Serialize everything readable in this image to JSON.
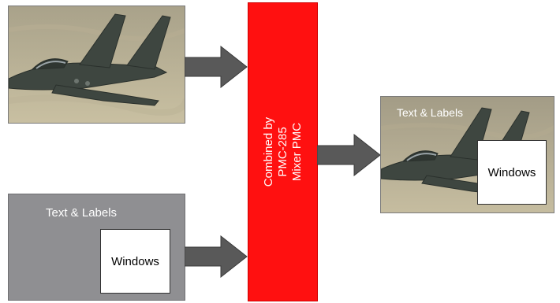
{
  "diagram": {
    "source_graphics": {
      "title": "Text & Labels",
      "window_label": "Windows"
    },
    "mixer": {
      "lines": [
        "Combined by",
        "PMC-285",
        "Mixer PMC"
      ],
      "color": "#ff1010"
    },
    "output": {
      "title": "Text & Labels",
      "window_label": "Windows"
    }
  }
}
